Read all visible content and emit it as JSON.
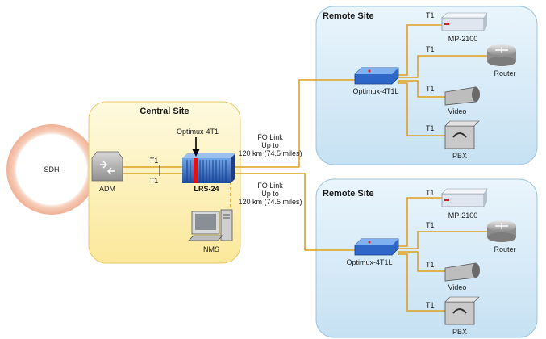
{
  "sdh": {
    "label": "SDH"
  },
  "adm": {
    "label": "ADM"
  },
  "central": {
    "title": "Central Site",
    "optimux_label": "Optimux-4T1",
    "lrs_label": "LRS-24",
    "nms_label": "NMS",
    "t1_top": "T1",
    "t1_bottom": "T1"
  },
  "links": {
    "top": {
      "l1": "FO Link",
      "l2": "Up to",
      "l3": "120 km (74.5 miles)"
    },
    "bottom": {
      "l1": "FO Link",
      "l2": "Up to",
      "l3": "120 km (74.5 miles)"
    }
  },
  "remote_top": {
    "title": "Remote Site",
    "hub_label": "Optimux-4T1L",
    "t1": [
      "T1",
      "T1",
      "T1",
      "T1"
    ],
    "devices": [
      "MP-2100",
      "Router",
      "Video",
      "PBX"
    ]
  },
  "remote_bottom": {
    "title": "Remote Site",
    "hub_label": "Optimux-4T1L",
    "t1": [
      "T1",
      "T1",
      "T1",
      "T1"
    ],
    "devices": [
      "MP-2100",
      "Router",
      "Video",
      "PBX"
    ]
  },
  "colors": {
    "line": "#e0a020",
    "central_fill": "#fdf2b8",
    "remote_fill": "#d4e9f6",
    "sdh_ring": "#f2b9a2"
  }
}
